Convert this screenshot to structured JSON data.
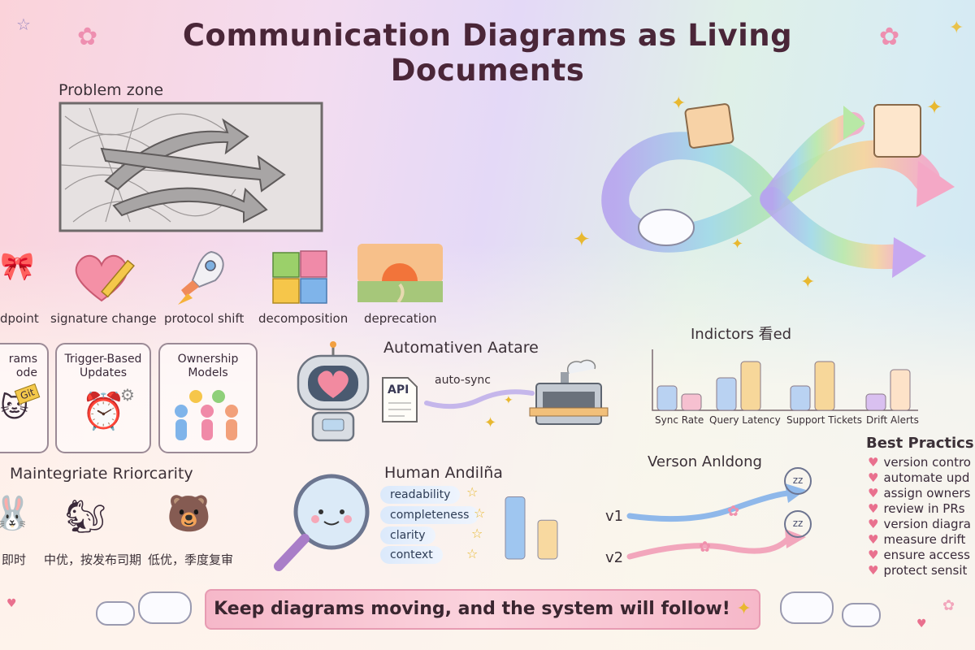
{
  "title": "Communication Diagrams as Living Documents",
  "problem_zone": {
    "label": "Problem zone"
  },
  "change_types": [
    {
      "label": "dpoint",
      "icon": "bow-icon"
    },
    {
      "label": "signature change",
      "icon": "heart-pencil-icon"
    },
    {
      "label": "protocol shift",
      "icon": "rocket-icon"
    },
    {
      "label": "decomposition",
      "icon": "puzzle-icon"
    },
    {
      "label": "deprecation",
      "icon": "sunset-icon"
    }
  ],
  "cards": [
    {
      "title": "rams\node",
      "tag": "Git"
    },
    {
      "title": "Trigger-Based\nUpdates"
    },
    {
      "title": "Ownership\nModels"
    }
  ],
  "automation": {
    "title": "Automativen Aatare",
    "api_label": "API",
    "flow_label": "auto-sync"
  },
  "priority": {
    "title": "Maintegriate Rriorcarity",
    "labels": [
      "即时",
      "中优，按发布司期",
      "低优，季度复审"
    ]
  },
  "human": {
    "title": "Human Andilña",
    "criteria": [
      "readability",
      "completeness",
      "clarity",
      "context"
    ]
  },
  "indicators": {
    "title": "Indictors 看ed",
    "labels": [
      "Sync Rate",
      "Query Latency",
      "Support Tickets",
      "Drift Alerts"
    ]
  },
  "versioning": {
    "title": "Verson Anldong",
    "v1": "v1",
    "v2": "v2",
    "sleep": "zz"
  },
  "best_practices": {
    "title": "Best Practics",
    "items": [
      "version contro",
      "automate upd",
      "assign owners",
      "review in PRs",
      "version diagra",
      "measure drift",
      "ensure access",
      "protect sensit"
    ]
  },
  "banner": "Keep diagrams moving, and the system will follow!",
  "colors": {
    "title": "#4a2638",
    "banner": "#f6b8c9",
    "heart": "#e9708e"
  },
  "chart_data": [
    {
      "type": "bar",
      "title": "Indictors 看ed",
      "categories": [
        "Sync Rate",
        "Query Latency",
        "Support Tickets",
        "Drift Alerts"
      ],
      "series": [
        {
          "values": [
            3,
            4,
            3,
            2
          ]
        },
        {
          "values": [
            2,
            6,
            6,
            5
          ]
        }
      ]
    },
    {
      "type": "bar",
      "categories": [
        "",
        ""
      ],
      "values": [
        8,
        5
      ]
    }
  ]
}
